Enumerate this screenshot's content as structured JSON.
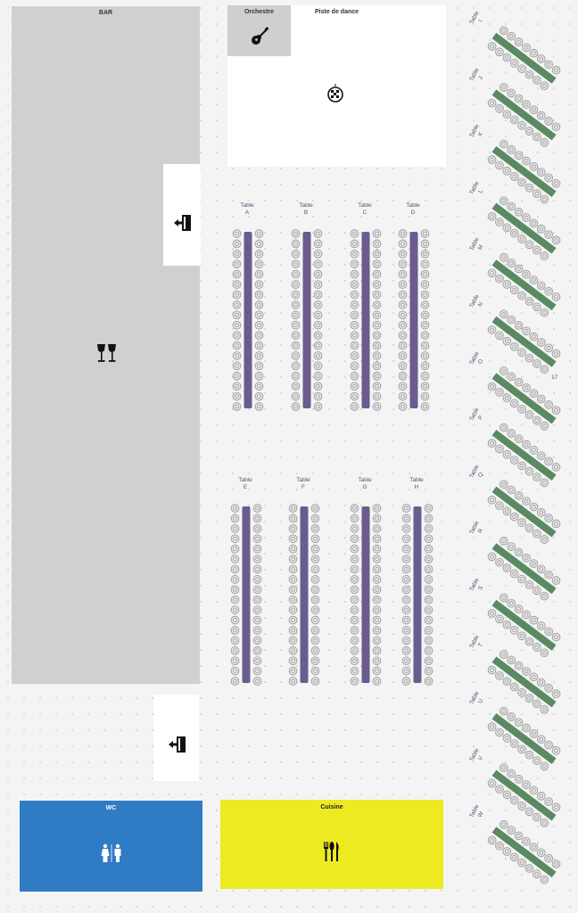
{
  "zones": {
    "bar": "BAR",
    "dance": "Piste de dance",
    "orchestra": "Orchestre",
    "wc": "WC",
    "kitchen": "Cuisine"
  },
  "table_word": "Table",
  "straight_tables": [
    {
      "id": "A",
      "seats_per_side": 18
    },
    {
      "id": "B",
      "seats_per_side": 18
    },
    {
      "id": "C",
      "seats_per_side": 18
    },
    {
      "id": "D",
      "seats_per_side": 18
    },
    {
      "id": "E",
      "seats_per_side": 18
    },
    {
      "id": "F",
      "seats_per_side": 18
    },
    {
      "id": "G",
      "seats_per_side": 18
    },
    {
      "id": "H",
      "seats_per_side": 18
    }
  ],
  "diagonal_tables": [
    {
      "id": "I",
      "seats_per_side": 8
    },
    {
      "id": "J",
      "seats_per_side": 8
    },
    {
      "id": "K",
      "seats_per_side": 8
    },
    {
      "id": "L",
      "seats_per_side": 8
    },
    {
      "id": "M",
      "seats_per_side": 8
    },
    {
      "id": "N",
      "seats_per_side": 8
    },
    {
      "id": "O",
      "seats_per_side": 8
    },
    {
      "id": "P",
      "seats_per_side": 8
    },
    {
      "id": "Q",
      "seats_per_side": 8
    },
    {
      "id": "R",
      "seats_per_side": 8
    },
    {
      "id": "S",
      "seats_per_side": 8
    },
    {
      "id": "T",
      "seats_per_side": 8
    },
    {
      "id": "U",
      "seats_per_side": 8
    },
    {
      "id": "V",
      "seats_per_side": 8
    },
    {
      "id": "W",
      "seats_per_side": 8
    }
  ],
  "stray_number": "17",
  "colors": {
    "straight_table": "#6a5c8e",
    "diagonal_table": "#5a8a62",
    "seat_fill": "#e6e6e6",
    "seat_ring": "#9a9a9a",
    "bar": "#d0d0d0",
    "wc": "#2f7bc4",
    "kitchen": "#eeea22"
  },
  "icons": {
    "bar": "wine-glasses-icon",
    "orchestra": "guitar-icon",
    "dance": "disco-ball-icon",
    "exit": "exit-door-icon",
    "wc": "restroom-icon",
    "kitchen": "cutlery-icon"
  }
}
